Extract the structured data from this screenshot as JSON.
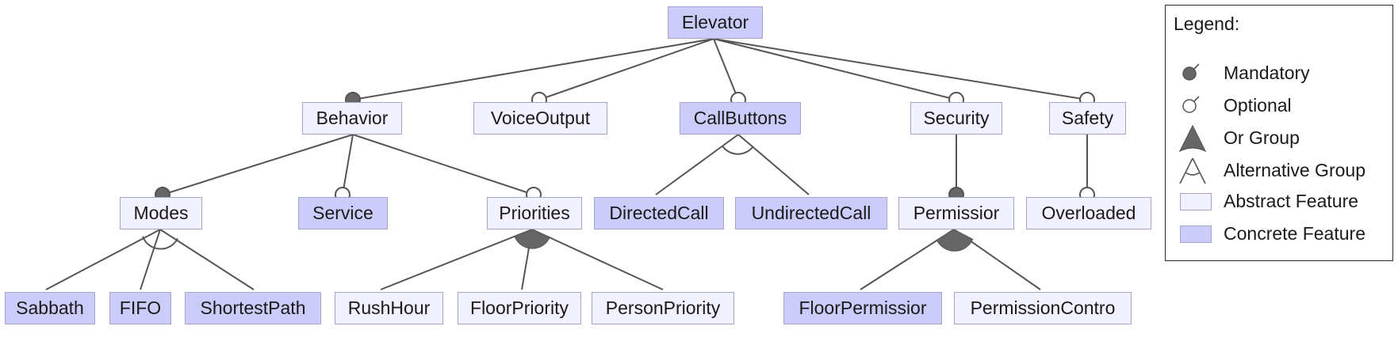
{
  "colors": {
    "concrete": "#ccccfb",
    "abstract": "#f1f1ff",
    "edge": "#555555",
    "border": "#a5a5c8"
  },
  "features": {
    "elevator": "Elevator",
    "behavior": "Behavior",
    "voice_output": "VoiceOutput",
    "call_buttons": "CallButtons",
    "security": "Security",
    "safety": "Safety",
    "modes": "Modes",
    "service": "Service",
    "priorities": "Priorities",
    "directed_call": "DirectedCall",
    "undirected_call": "UndirectedCall",
    "permission": "Permissior",
    "overloaded": "Overloaded",
    "sabbath": "Sabbath",
    "fifo": "FIFO",
    "shortest_path": "ShortestPath",
    "rush_hour": "RushHour",
    "floor_priority": "FloorPriority",
    "person_priority": "PersonPriority",
    "floor_permission": "FloorPermissior",
    "permission_control": "PermissionContro"
  },
  "legend": {
    "title": "Legend:",
    "items": [
      {
        "symbol": "mandatory-icon",
        "label": "Mandatory"
      },
      {
        "symbol": "optional-icon",
        "label": "Optional"
      },
      {
        "symbol": "or-group-icon",
        "label": "Or Group"
      },
      {
        "symbol": "alternative-group-icon",
        "label": "Alternative Group"
      },
      {
        "symbol": "abstract-swatch",
        "label": "Abstract Feature"
      },
      {
        "symbol": "concrete-swatch",
        "label": "Concrete Feature"
      }
    ]
  }
}
